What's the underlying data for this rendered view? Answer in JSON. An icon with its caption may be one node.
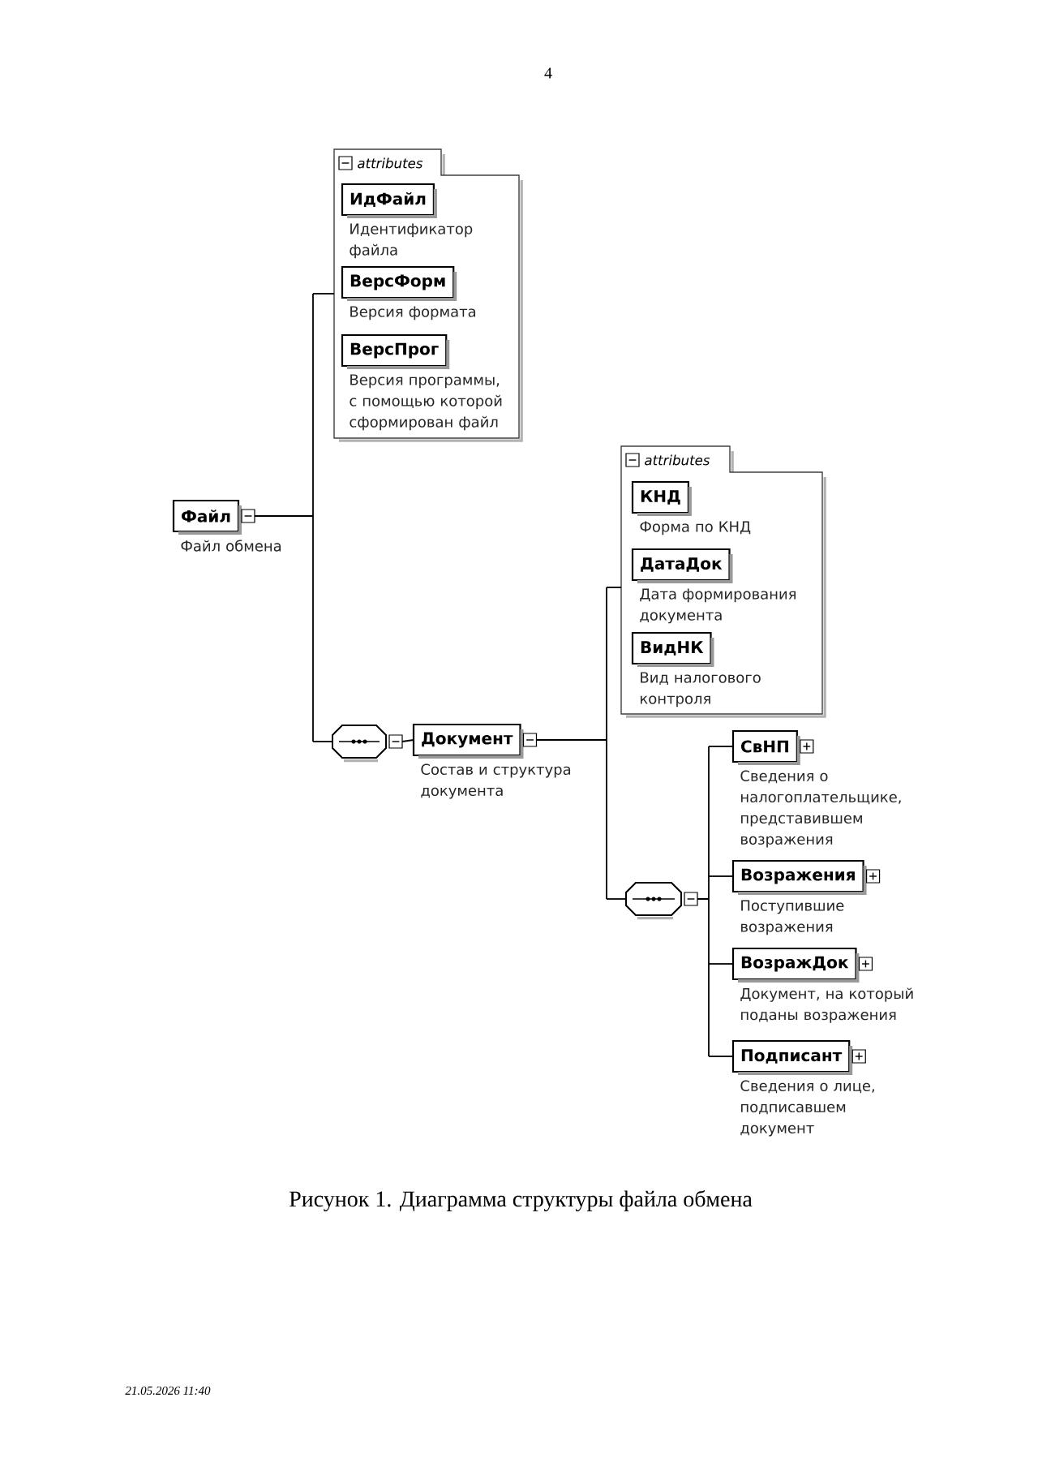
{
  "diagram": {
    "caption": "Рисунок 1. Диаграмма структуры файла обмена",
    "nodes": [
      {
        "text": [
          "Файл"
        ],
        "beside": [
          "Файл обмена"
        ]
      },
      {
        "text": [
          "attributes"
        ]
      },
      {
        "text": [
          "ИдФайл"
        ],
        "beside": [
          "Идентификатор файла"
        ],
        "in": 1
      },
      {
        "text": [
          "ВерсФорм"
        ],
        "beside": [
          "Версия формата"
        ],
        "in": 1
      },
      {
        "text": [
          "ВерсПрог"
        ],
        "beside": [
          "Версия программы, с помощью которой сформирован файл"
        ],
        "in": 1
      },
      {
        "text": [],
        "shape": "octagon"
      },
      {
        "text": [
          "Документ"
        ],
        "beside": [
          "Состав и структура документа"
        ]
      },
      {
        "text": [
          "attributes"
        ]
      },
      {
        "text": [
          "КНД"
        ],
        "beside": [
          "Форма по КНД"
        ],
        "in": 7
      },
      {
        "text": [
          "ДатаДок"
        ],
        "beside": [
          "Дата формирования документа"
        ],
        "in": 7
      },
      {
        "text": [
          "ВидНК"
        ],
        "beside": [
          "Вид налогового контроля"
        ],
        "in": 7
      },
      {
        "text": [],
        "shape": "octagon"
      },
      {
        "text": [
          "СвНП"
        ],
        "beside": [
          "Сведения о налогоплательщике, представившем возражения"
        ]
      },
      {
        "text": [
          "Возражения"
        ],
        "beside": [
          "Поступившие возражения"
        ]
      },
      {
        "text": [
          "ВозражДок"
        ],
        "beside": [
          "Документ, на который поданы возражения"
        ]
      },
      {
        "text": [
          "Подписант"
        ],
        "beside": [
          "Сведения о лице, подписавшем документ"
        ]
      }
    ],
    "edges": [
      {
        "from": 0,
        "to": 1,
        "arrow": "none"
      },
      {
        "from": 0,
        "to": 5,
        "arrow": "none"
      },
      {
        "from": 5,
        "to": 6,
        "arrow": "none"
      },
      {
        "from": 6,
        "to": 7,
        "arrow": "none"
      },
      {
        "from": 6,
        "to": 11,
        "arrow": "none"
      },
      {
        "from": 11,
        "to": 12,
        "arrow": "none"
      },
      {
        "from": 11,
        "to": 13,
        "arrow": "none"
      },
      {
        "from": 11,
        "to": 14,
        "arrow": "none"
      },
      {
        "from": 11,
        "to": 15,
        "arrow": "none"
      }
    ],
    "labels": [
      "4",
      "21.05.2026 11:40"
    ]
  }
}
